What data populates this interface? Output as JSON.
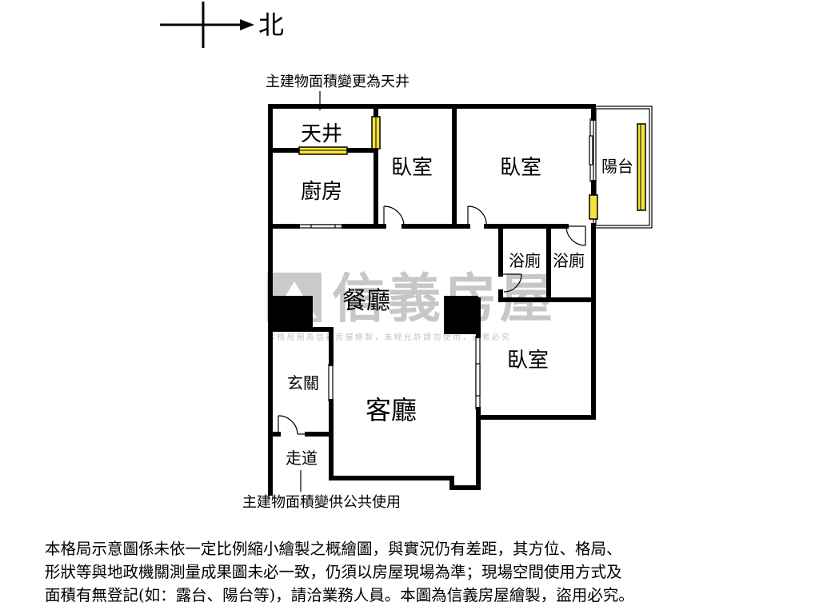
{
  "compass": {
    "north_label": "北"
  },
  "annotations": {
    "top_note": "主建物面積變更為天井",
    "bottom_note": "主建物面積變供公共使用"
  },
  "rooms": {
    "light_well": "天井",
    "kitchen": "廚房",
    "bedroom_1": "臥室",
    "bedroom_2": "臥室",
    "balcony": "陽台",
    "bathroom_1": "浴廁",
    "bathroom_2": "浴廁",
    "dining": "餐廳",
    "bedroom_3": "臥室",
    "foyer": "玄關",
    "living": "客廳",
    "corridor": "走道"
  },
  "watermark": {
    "brand": "信義房屋",
    "notice": "本格局圖為信義房屋繪製，未經允許請勿使用，違者必究"
  },
  "disclaimer": {
    "line1": "本格局示意圖係未依一定比例縮小繪製之概繪圖，與實況仍有差距，其方位、格局、",
    "line2": "形狀等與地政機關測量成果圖未必一致，仍須以房屋現場為準；現場空間使用方式及",
    "line3": "面積有無登記(如：露台、陽台等)，請洽業務人員。本圖為信義房屋繪製，盜用必究。"
  },
  "colors": {
    "wall": "#000000",
    "window": "#f2e23a",
    "watermark": "#9a9a9a",
    "background": "#ffffff"
  }
}
